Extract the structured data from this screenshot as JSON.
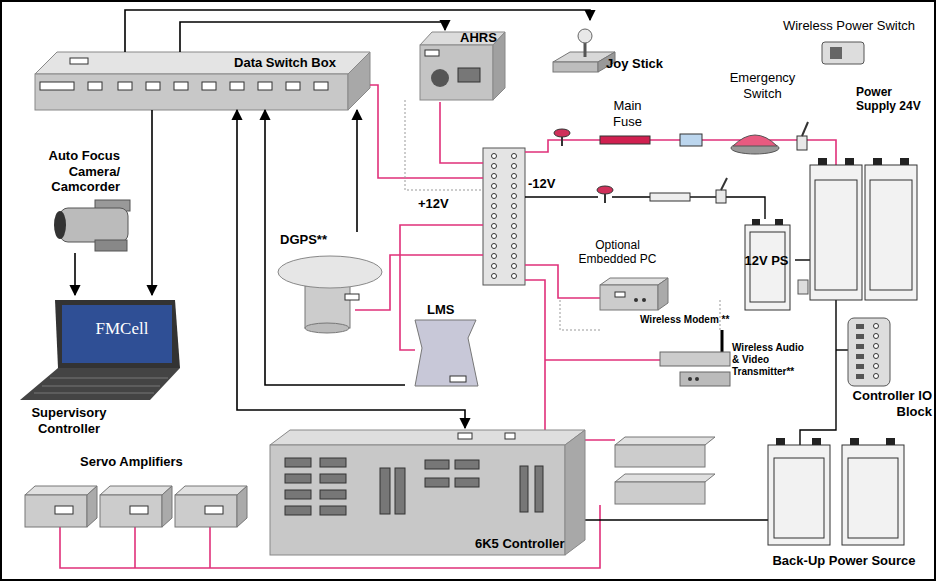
{
  "diagram": {
    "nodes": [
      {
        "text": [
          "Data Switch Box"
        ]
      },
      {
        "text": [
          "AHRS"
        ]
      },
      {
        "text": [
          "Joy Stick"
        ]
      },
      {
        "text": [
          "Wireless Power Switch"
        ]
      },
      {
        "text": [
          "Main Fuse"
        ]
      },
      {
        "text": [
          "Emergency Switch"
        ]
      },
      {
        "text": [
          "Power Supply 24V"
        ]
      },
      {
        "text": [
          "Auto Focus Camera/ Camcorder"
        ]
      },
      {
        "text": [
          "FMCell",
          "Supervisory Controller"
        ]
      },
      {
        "text": [
          "DGPS**"
        ]
      },
      {
        "text": [
          "LMS"
        ]
      },
      {
        "text": [
          "Optional Embedded PC"
        ]
      },
      {
        "text": [
          "12V PS"
        ]
      },
      {
        "text": [
          "Wireless Modem **"
        ]
      },
      {
        "text": [
          "Wireless Audio & Video Transmitter**"
        ]
      },
      {
        "text": [
          "Controller IO Block"
        ]
      },
      {
        "text": [
          "Servo Amplifiers"
        ]
      },
      {
        "text": [
          "6K5 Controller"
        ]
      },
      {
        "text": [
          "Back-Up Power Source"
        ]
      }
    ],
    "edges": [
      {
        "from": 0,
        "to": 1,
        "arrow": "to"
      },
      {
        "from": 0,
        "to": 2,
        "arrow": "to"
      },
      {
        "from": 7,
        "to": 8,
        "arrow": "to"
      },
      {
        "from": 0,
        "to": 8,
        "arrow": "to"
      },
      {
        "from": 9,
        "to": 0,
        "arrow": "to"
      },
      {
        "from": 10,
        "to": 0,
        "arrow": "to"
      },
      {
        "from": 0,
        "to": 17,
        "arrow": "both"
      }
    ],
    "labels": [
      "-12V",
      "+12V"
    ]
  }
}
